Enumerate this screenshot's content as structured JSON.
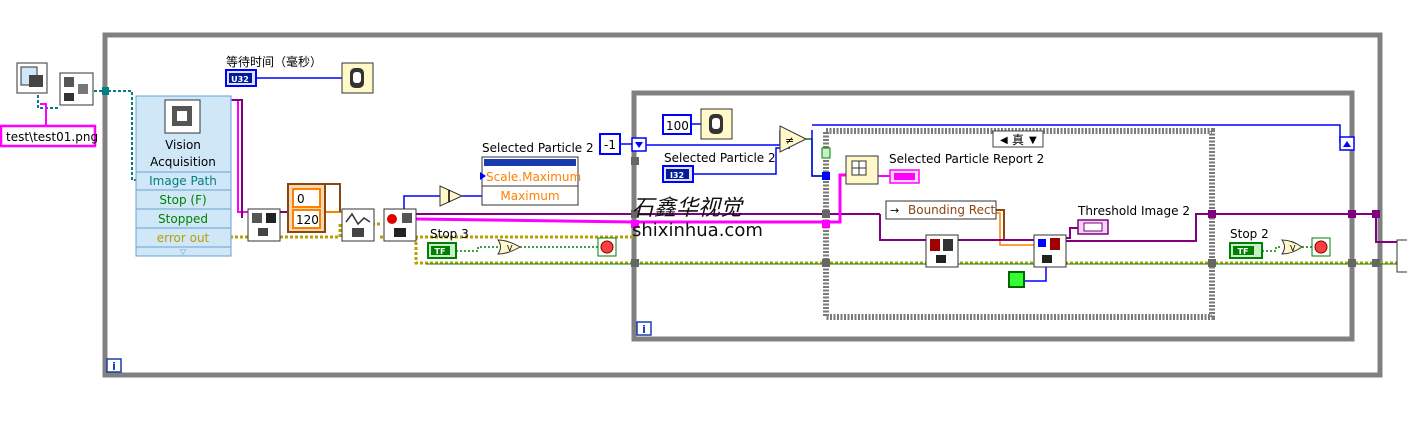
{
  "path_constant": "test\\test01.png",
  "wait_label": "等待时间（毫秒）",
  "wait_terminal_type": "U32",
  "vision_acquisition": {
    "title_line1": "Vision",
    "title_line2": "Acquisition",
    "outputs": [
      "Image Path",
      "Stop (F)",
      "Stopped",
      "error out"
    ]
  },
  "range_constants": [
    "0",
    "120"
  ],
  "selected_particle_outer": {
    "label": "Selected Particle 2",
    "rows": [
      "Scale.Maximum",
      "Maximum"
    ]
  },
  "stop3_label": "Stop 3",
  "bool_terminal_type": "TF",
  "minus_one": "-1",
  "wait_ms_inner": "100",
  "selected_particle_inner": {
    "label": "Selected Particle 2",
    "terminal_type": "I32"
  },
  "case_selector": "真",
  "particle_report_label": "Selected Particle Report 2",
  "bounding_rect_label": "Bounding Rect",
  "threshold_image_label": "Threshold Image 2",
  "stop2_label": "Stop 2",
  "loop_iteration_glyph": "i",
  "watermark": {
    "chinese": "石鑫华视觉",
    "url": "shixinhua.com"
  },
  "colors": {
    "loop_border": "#808080",
    "string_wire": "#ff00ff",
    "bool_wire": "#008000",
    "error_wire": "#b8a000",
    "numeric_wire": "#0000ff",
    "image_wire": "#800080",
    "cluster_wire": "#8b4513",
    "orange_numeric": "#ff8000"
  }
}
